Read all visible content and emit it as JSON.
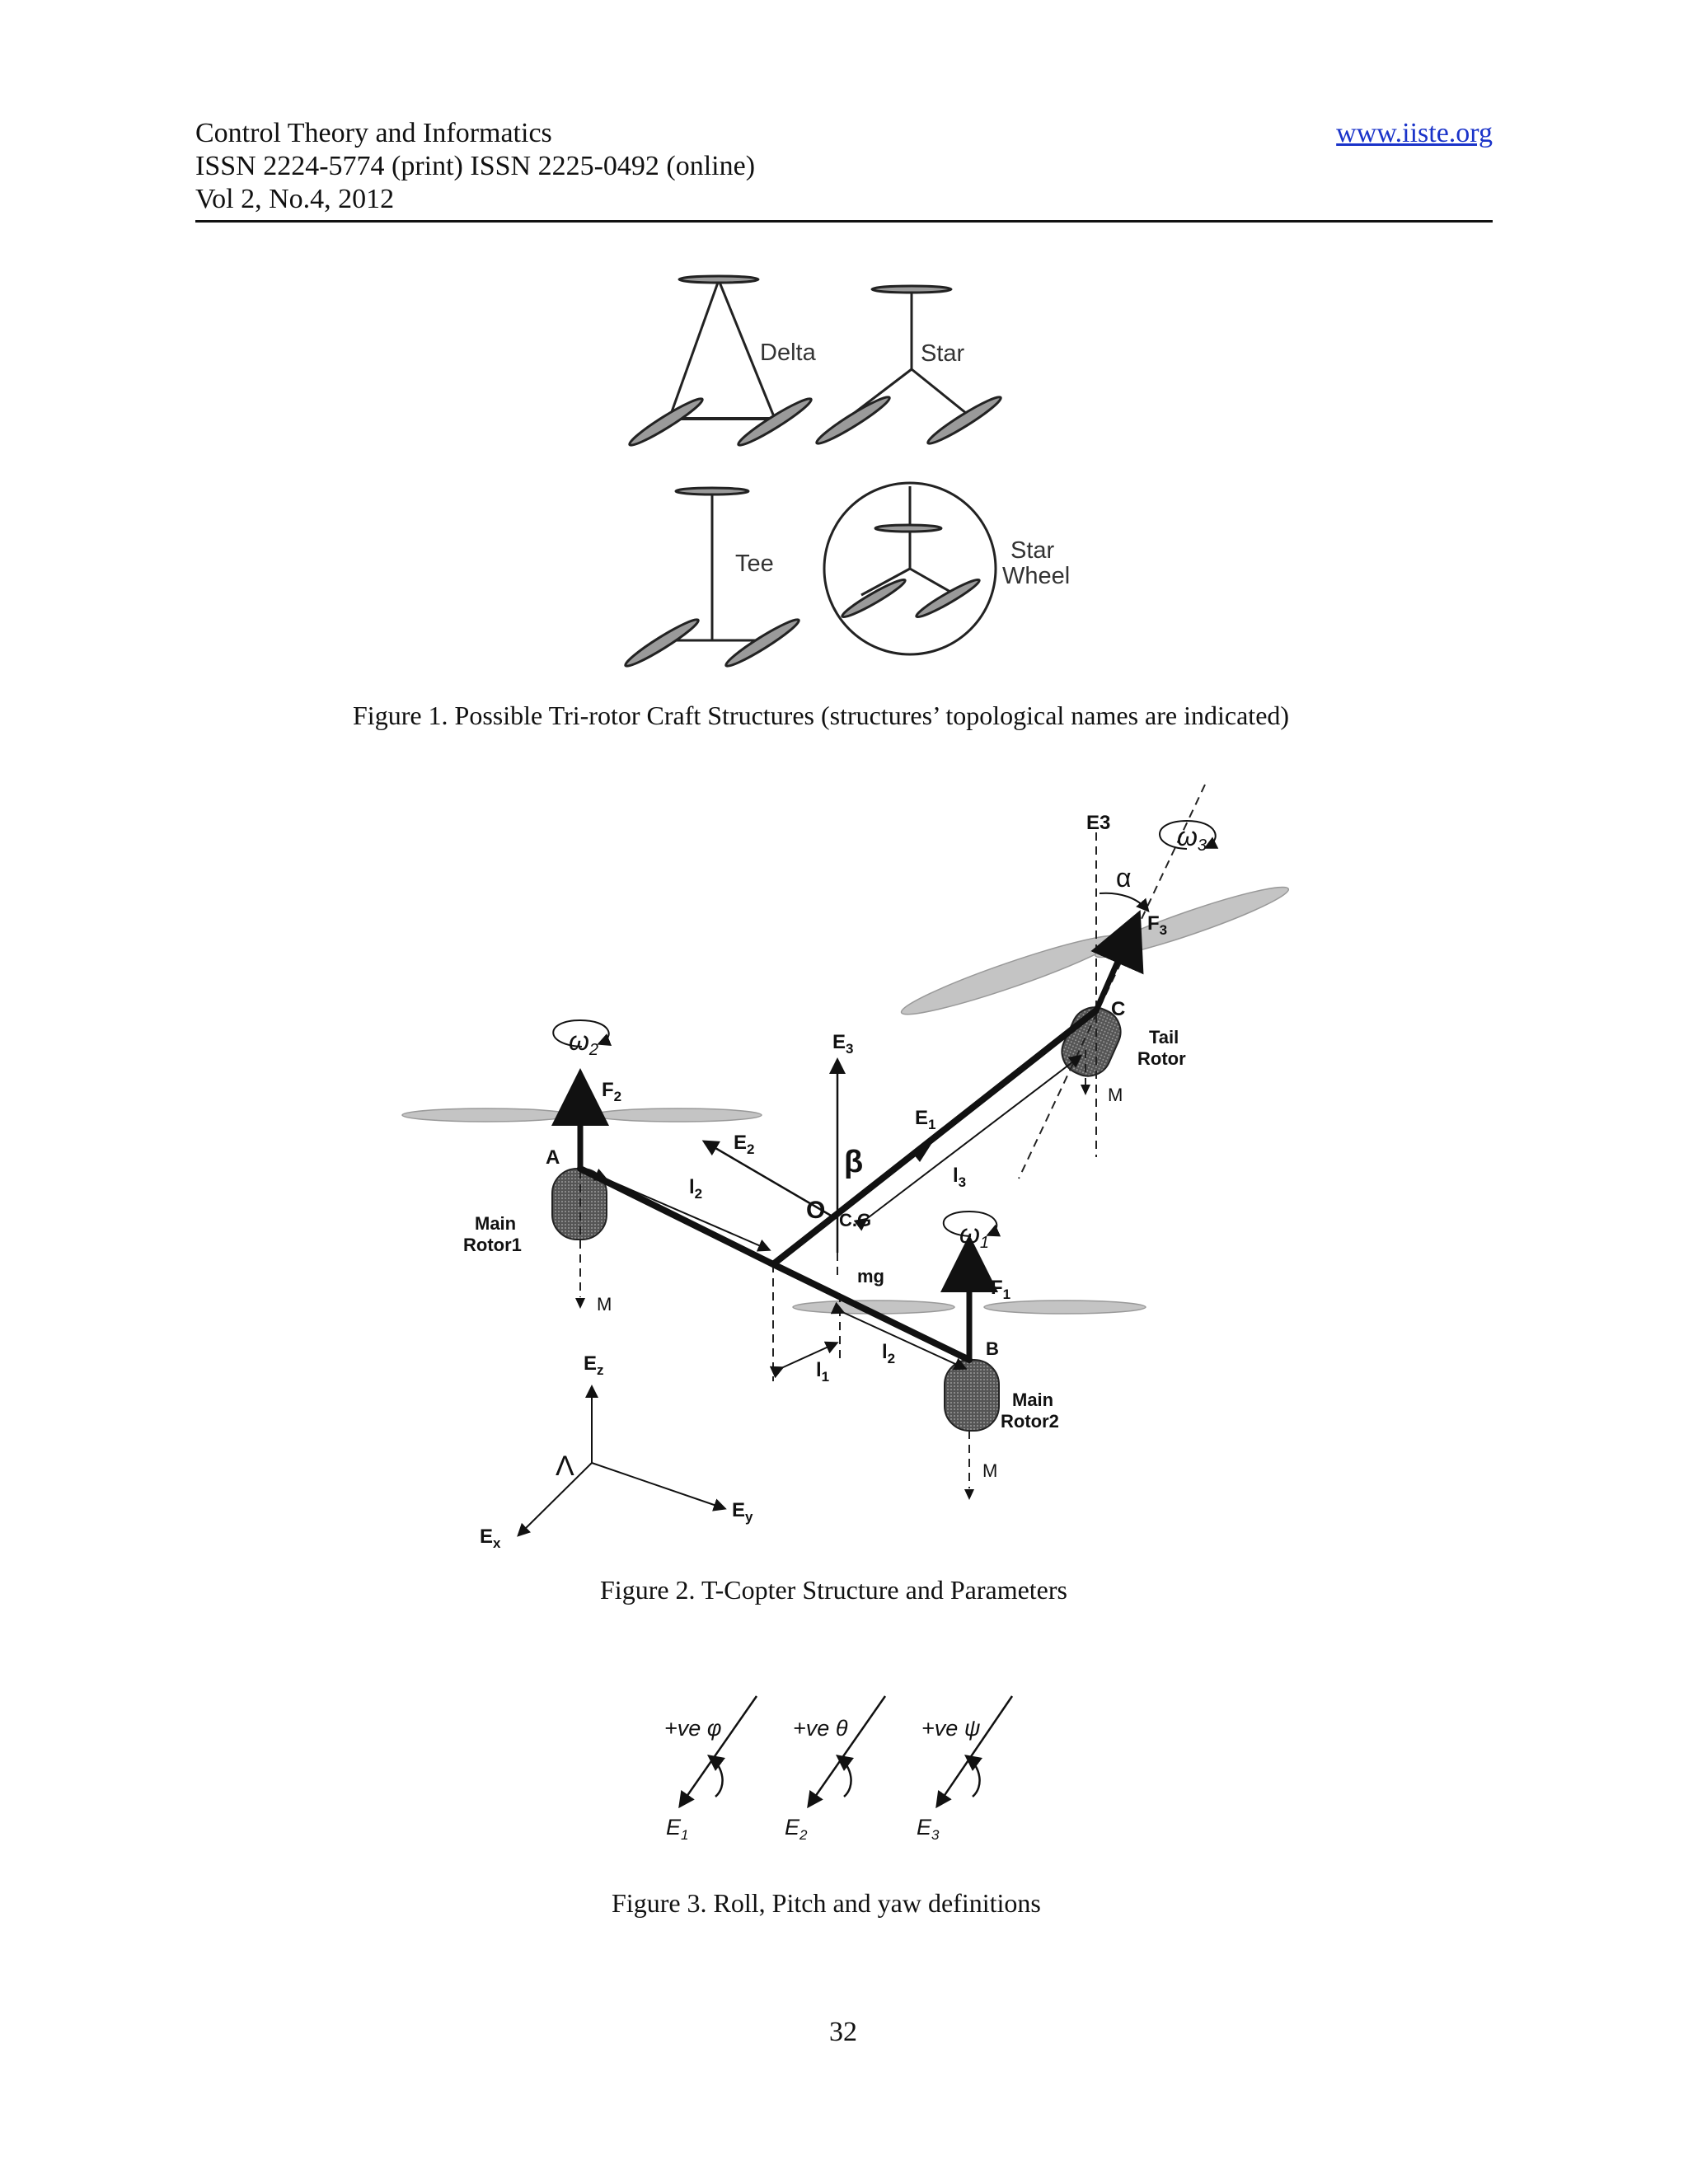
{
  "header": {
    "journal": "Control Theory and Informatics",
    "issn": "ISSN 2224-5774 (print) ISSN 2225-0492 (online)",
    "volume": "Vol 2, No.4, 2012",
    "website": "www.iiste.org"
  },
  "figure1": {
    "labels": {
      "delta": "Delta",
      "star": "Star",
      "tee": "Tee",
      "star_wheel_line1": "Star",
      "star_wheel_line2": "Wheel"
    },
    "caption": "Figure 1. Possible Tri-rotor Craft Structures (structures’ topological names are indicated)"
  },
  "figure2": {
    "labels": {
      "E3_top": "E3",
      "omega3": "ω",
      "omega3_sub": "3",
      "alpha": "α",
      "F3": "F",
      "F3_sub": "3",
      "C": "C",
      "tail_rotor_1": "Tail",
      "tail_rotor_2": "Rotor",
      "M_tail": "M",
      "omega2": "ω",
      "omega2_sub": "2",
      "F2": "F",
      "F2_sub": "2",
      "E3_body": "E",
      "E3_body_sub": "3",
      "E1": "E",
      "E1_sub": "1",
      "E2": "E",
      "E2_sub": "2",
      "beta": "β",
      "A": "A",
      "l2_left": "l",
      "l2_left_sub": "2",
      "l3": "l",
      "l3_sub": "3",
      "O": "O",
      "CG": "C.G",
      "main_rotor1_1": "Main",
      "main_rotor1_2": "Rotor1",
      "mg": "mg",
      "omega1": "ω",
      "omega1_sub": "1",
      "F1": "F",
      "F1_sub": "1",
      "M_left": "M",
      "l2_right": "l",
      "l2_right_sub": "2",
      "B": "B",
      "l1": "l",
      "l1_sub": "1",
      "main_rotor2_1": "Main",
      "main_rotor2_2": "Rotor2",
      "M_bottom": "M",
      "Ez": "E",
      "Ez_sub": "z",
      "Lambda": "Λ",
      "Ey": "E",
      "Ey_sub": "y",
      "Ex": "E",
      "Ex_sub": "x"
    },
    "caption": "Figure 2. T-Copter Structure and Parameters"
  },
  "figure3": {
    "items": [
      {
        "sign": "+ve",
        "symbol": "φ",
        "axis": "E",
        "axis_sub": "1"
      },
      {
        "sign": "+ve",
        "symbol": "θ",
        "axis": "E",
        "axis_sub": "2"
      },
      {
        "sign": "+ve",
        "symbol": "ψ",
        "axis": "E",
        "axis_sub": "3"
      }
    ],
    "caption": "Figure 3.    Roll, Pitch and yaw definitions"
  },
  "page_number": "32"
}
